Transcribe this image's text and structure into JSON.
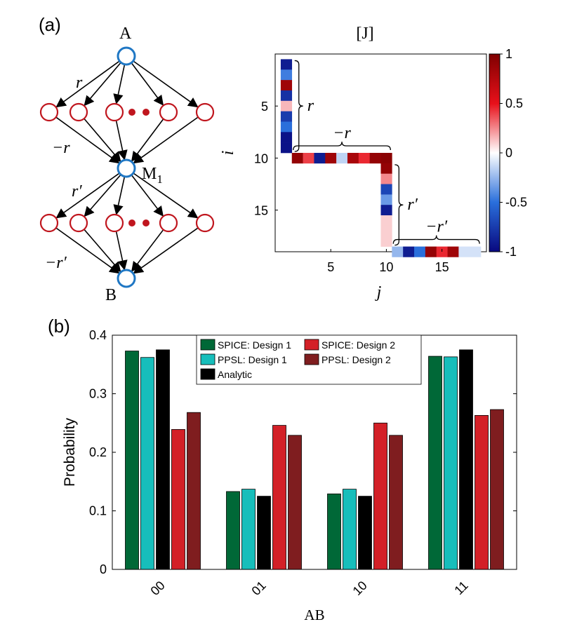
{
  "panel_a": {
    "label": "(a)",
    "network": {
      "node_A": "A",
      "node_M": "M",
      "node_M_sub": "1",
      "node_B": "B",
      "edge_r": "r",
      "edge_neg_r": "−r",
      "edge_rp": "r′",
      "edge_neg_rp": "−r′"
    }
  },
  "chart_data": [
    {
      "type": "heatmap",
      "title": "[J]",
      "xlabel": "j",
      "ylabel": "i",
      "xticks": [
        5,
        10,
        15
      ],
      "yticks": [
        5,
        10,
        15
      ],
      "xlim": [
        0.5,
        19.5
      ],
      "ylim": [
        0.5,
        19.5
      ],
      "colorbar": {
        "range": [
          -1,
          1
        ],
        "ticks": [
          1,
          0.5,
          0,
          -0.5,
          -1
        ],
        "tick_labels": [
          "1",
          "0.5",
          "0",
          "-0.5",
          "-1"
        ]
      },
      "colors": {
        "neg": "#08087f",
        "negmid": "#2a6fdb",
        "zero": "#ffffff",
        "posmid": "#e8101a",
        "pos": "#7f0000"
      },
      "blocks": [
        {
          "label": "r",
          "orientation": "column",
          "col": 1,
          "rows": [
            1,
            9
          ],
          "values": [
            -0.9,
            -0.45,
            0.85,
            -0.8,
            0.15,
            -0.75,
            -0.5,
            -0.95,
            -0.95
          ]
        },
        {
          "label": "−r",
          "orientation": "row",
          "row": 10,
          "cols": [
            2,
            10
          ],
          "values": [
            0.9,
            0.4,
            -0.9,
            0.85,
            -0.15,
            0.8,
            0.45,
            0.9,
            0.95
          ]
        },
        {
          "label": "r′",
          "orientation": "column",
          "col": 10,
          "rows": [
            11,
            18
          ],
          "values": [
            0.9,
            0.25,
            -0.7,
            -0.35,
            -0.9,
            0.1,
            0.1,
            0.1
          ]
        },
        {
          "label": "−r′",
          "orientation": "row",
          "row": 19,
          "cols": [
            11,
            18
          ],
          "values": [
            -0.25,
            -0.9,
            -0.5,
            0.9,
            0.45,
            0.85,
            -0.1,
            -0.1
          ]
        }
      ]
    },
    {
      "type": "bar",
      "label": "(b)",
      "categories": [
        "00",
        "01",
        "10",
        "11"
      ],
      "xlabel": "AB",
      "ylabel": "Probability",
      "ylim": [
        0,
        0.4
      ],
      "yticks": [
        0,
        0.1,
        0.2,
        0.3,
        0.4
      ],
      "ytick_labels": [
        "0",
        "0.1",
        "0.2",
        "0.3",
        "0.4"
      ],
      "legend_position": "top-center",
      "grid": false,
      "series": [
        {
          "name": "SPICE: Design 1",
          "color": "#006837",
          "values": [
            0.373,
            0.133,
            0.129,
            0.364
          ]
        },
        {
          "name": "PPSL: Design 1",
          "color": "#17bebb",
          "values": [
            0.362,
            0.137,
            0.137,
            0.363
          ]
        },
        {
          "name": "Analytic",
          "color": "#000000",
          "values": [
            0.375,
            0.125,
            0.125,
            0.375
          ]
        },
        {
          "name": "SPICE: Design 2",
          "color": "#d32027",
          "values": [
            0.239,
            0.246,
            0.25,
            0.263
          ]
        },
        {
          "name": "PPSL: Design 2",
          "color": "#7f1d1f",
          "values": [
            0.268,
            0.229,
            0.229,
            0.273
          ]
        }
      ],
      "legend_order": [
        0,
        3,
        1,
        4,
        2
      ]
    }
  ]
}
